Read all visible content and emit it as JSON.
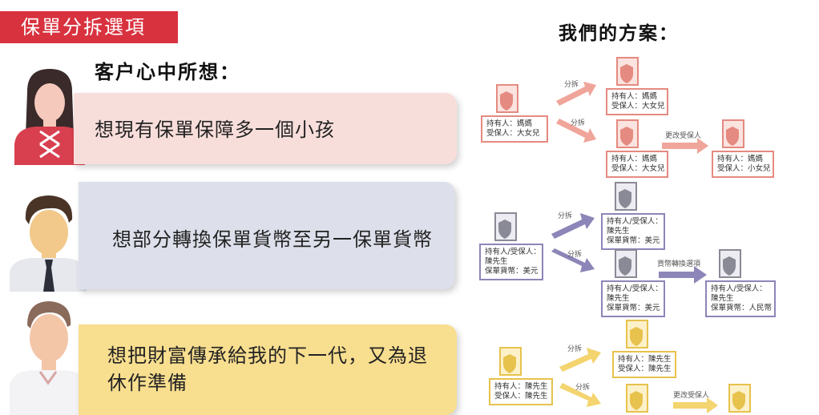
{
  "title": "保單分拆選項",
  "left_heading": "客户心中所想：",
  "right_heading": "我們的方案：",
  "scenarios": [
    {
      "text": "想現有保單保障多一個小孩"
    },
    {
      "text": "想部分轉換保單貨幣至另一保單貨幣"
    },
    {
      "text_line1": "想把財富傳承給我的下一代，又為退",
      "text_line2": "休作準備"
    }
  ],
  "diagram": {
    "split_label": "分拆",
    "red": {
      "source": [
        "持有人：媽媽",
        "受保人：大女兒"
      ],
      "top": [
        "持有人：媽媽",
        "受保人：大女兒"
      ],
      "bottom": [
        "持有人：媽媽",
        "受保人：大女兒"
      ],
      "change_label": "更改受保人",
      "final": [
        "持有人：媽媽",
        "受保人：小女兒"
      ]
    },
    "blue": {
      "source": [
        "持有人/受保人：",
        "陳先生",
        "保單貨幣：美元"
      ],
      "top": [
        "持有人/受保人：",
        "陳先生",
        "保單貨幣：美元"
      ],
      "bottom": [
        "持有人/受保人：",
        "陳先生",
        "保單貨幣：美元"
      ],
      "change_label": "貨幣轉換選項",
      "final": [
        "持有人/受保人：",
        "陳先生",
        "保單貨幣：人民幣"
      ]
    },
    "gold": {
      "source": [
        "持有人：陳先生",
        "受保人：陳先生"
      ],
      "top": [
        "持有人：陳先生",
        "受保人：陳先生"
      ],
      "change_label": "更改受保人"
    }
  },
  "colors": {
    "accent": "#d9323f",
    "red": "#e58a80",
    "blue": "#8c86b8",
    "gold": "#e7c24d"
  }
}
